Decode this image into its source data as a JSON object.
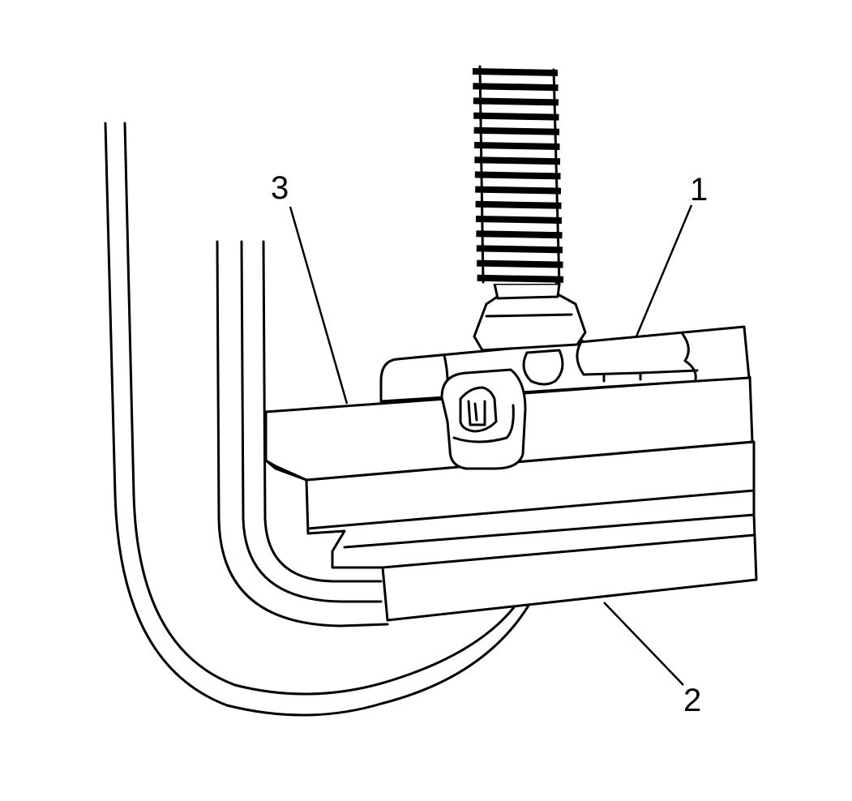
{
  "callouts": [
    {
      "id": "1",
      "label": "1"
    },
    {
      "id": "2",
      "label": "2"
    },
    {
      "id": "3",
      "label": "3"
    }
  ],
  "colors": {
    "stroke": "#000000",
    "background": "#ffffff"
  }
}
